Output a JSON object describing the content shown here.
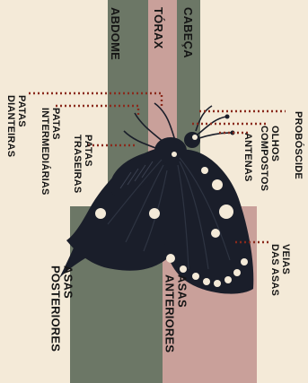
{
  "diagram": {
    "colors": {
      "background": "#f4ead8",
      "band_green": "#6c7766",
      "band_pink": "#c9a09a",
      "butterfly_body": "#1a1e2a",
      "spots": "#f4ead8",
      "leader_line": "#8a2a1c",
      "text": "#151515"
    },
    "bands": {
      "cabeca": "CABEÇA",
      "torax": "TÓRAX",
      "abdome": "ABDOME",
      "asas_anteriores": "ASAS\nANTERIORES",
      "asas_posteriores": "ASAS\nPOSTERIORES"
    },
    "labels": {
      "patas_dianteiras": "PATAS\nDIANTEIRAS",
      "patas_intermediarias": "PATAS\nINTERMEDIÁRIAS",
      "patas_traseiras": "PATAS\nTRASEIRAS",
      "proboscide": "PROBÓSCIDE",
      "olhos_compostos": "OLHOS\nCOMPOSTOS",
      "antenas": "ANTENAS",
      "veias_das_asas": "VEIAS\nDAS ASAS"
    }
  }
}
